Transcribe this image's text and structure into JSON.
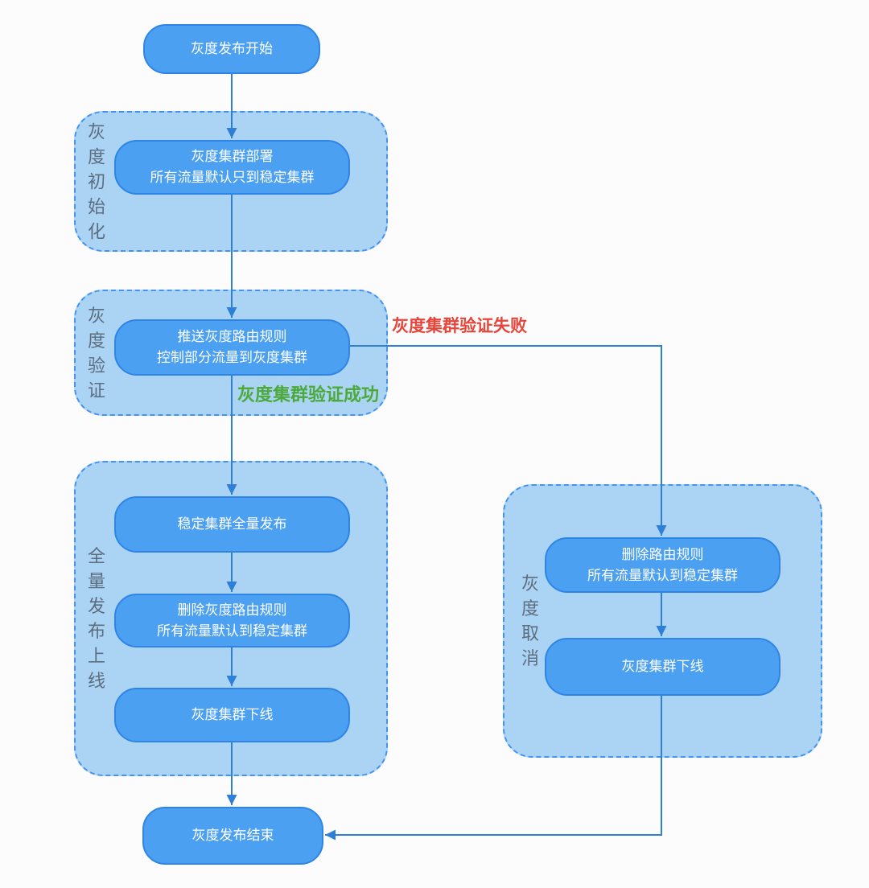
{
  "diagram": {
    "nodes": {
      "start": {
        "label": "灰度发布开始"
      },
      "deploy": {
        "label": "灰度集群部署\n所有流量默认只到稳定集群"
      },
      "push_rules": {
        "label": "推送灰度路由规则\n控制部分流量到灰度集群"
      },
      "stable_release": {
        "label": "稳定集群全量发布"
      },
      "delete_gray_rules": {
        "label": "删除灰度路由规则\n所有流量默认到稳定集群"
      },
      "gray_offline_left": {
        "label": "灰度集群下线"
      },
      "delete_rules": {
        "label": "删除路由规则\n所有流量默认到稳定集群"
      },
      "gray_offline_right": {
        "label": "灰度集群下线"
      },
      "end": {
        "label": "灰度发布结束"
      }
    },
    "groups": {
      "init": {
        "label": "灰度初始化"
      },
      "verify": {
        "label": "灰度验证"
      },
      "full_release": {
        "label": "全量发布上线"
      },
      "cancel": {
        "label": "灰度取消"
      }
    },
    "edge_labels": {
      "fail": {
        "label": "灰度集群验证失败"
      },
      "success": {
        "label": "灰度集群验证成功"
      }
    },
    "colors": {
      "node_fill": "#4BA0F2",
      "node_border": "#2F85E6",
      "node_text": "#FFFFFF",
      "group_fill": "#ABD4F4",
      "group_border": "#4493F0",
      "arrow": "#2E7FD8",
      "vlabel": "#5D6D80",
      "fail_red": "#E5463C",
      "success_green": "#4CA93C"
    }
  }
}
